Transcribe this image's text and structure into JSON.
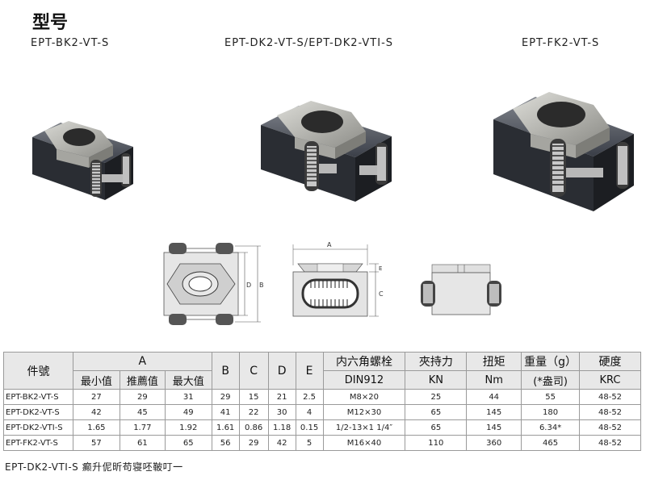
{
  "page": {
    "title": "型号",
    "models": [
      "EPT-BK2-VT-S",
      "EPT-DK2-VT-S/EPT-DK2-VTI-S",
      "EPT-FK2-VT-S"
    ]
  },
  "drawings": {
    "dim_labels": [
      "A",
      "B",
      "D",
      "C",
      "E"
    ]
  },
  "table": {
    "headers": {
      "part": "件號",
      "a_group": "A",
      "a_min": "最小值",
      "a_rec": "推薦值",
      "a_max": "最大值",
      "b": "B",
      "c": "C",
      "d": "D",
      "e": "E",
      "bolt_1": "内六角螺栓",
      "bolt_2": "DIN912",
      "clamp_1": "夾持力",
      "clamp_2": "KN",
      "torque_1": "扭矩",
      "torque_2": "Nm",
      "weight_1": "重量（g）",
      "weight_2": "(*盎司)",
      "hard_1": "硬度",
      "hard_2": "KRC"
    },
    "rows": [
      {
        "part": "EPT-BK2-VT-S",
        "a_min": "27",
        "a_rec": "29",
        "a_max": "31",
        "b": "29",
        "c": "15",
        "d": "21",
        "e": "2.5",
        "bolt": "M8×20",
        "clamp": "25",
        "torque": "44",
        "weight": "55",
        "hard": "48-52"
      },
      {
        "part": "EPT-DK2-VT-S",
        "a_min": "42",
        "a_rec": "45",
        "a_max": "49",
        "b": "41",
        "c": "22",
        "d": "30",
        "e": "4",
        "bolt": "M12×30",
        "clamp": "65",
        "torque": "145",
        "weight": "180",
        "hard": "48-52"
      },
      {
        "part": "EPT-DK2-VTI-S",
        "a_min": "1.65",
        "a_rec": "1.77",
        "a_max": "1.92",
        "b": "1.61",
        "c": "0.86",
        "d": "1.18",
        "e": "0.15",
        "bolt": "1/2-13×1 1/4″",
        "clamp": "65",
        "torque": "145",
        "weight": "6.34*",
        "hard": "48-52"
      },
      {
        "part": "EPT-FK2-VT-S",
        "a_min": "57",
        "a_rec": "61",
        "a_max": "65",
        "b": "56",
        "c": "29",
        "d": "42",
        "e": "5",
        "bolt": "M16×40",
        "clamp": "110",
        "torque": "360",
        "weight": "465",
        "hard": "48-52"
      }
    ]
  },
  "footnote": "EPT-DK2-VTI-S 癫升伲昕苟寝呸鞁叮㆒"
}
